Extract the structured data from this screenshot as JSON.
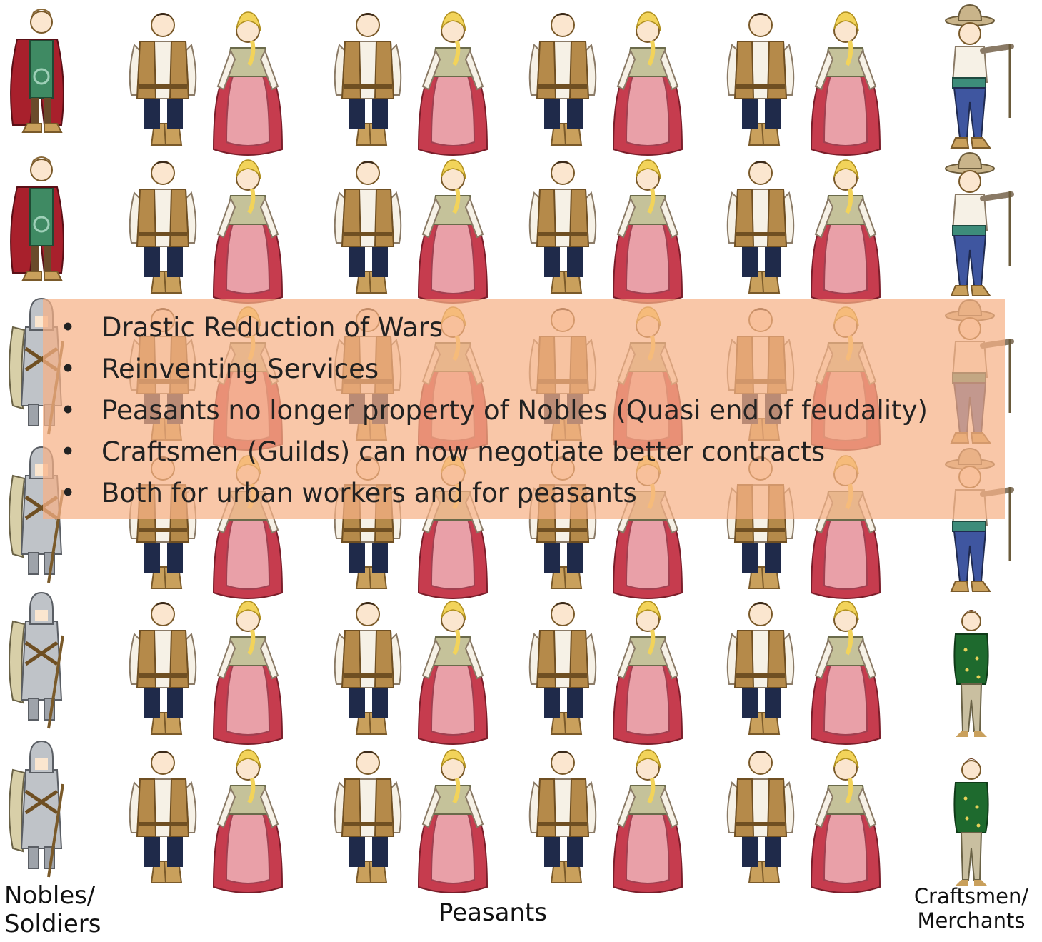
{
  "bullets": [
    "Drastic Reduction of Wars",
    "Reinventing Services",
    "Peasants no longer property of Nobles (Quasi end of feudality)",
    "Craftsmen (Guilds) can now negotiate better contracts",
    "Both for urban workers and for peasants"
  ],
  "labels": {
    "nobles_line1": "Nobles/",
    "nobles_line2": "Soldiers",
    "peasants": "Peasants",
    "craftsmen_line1": "Craftsmen/",
    "craftsmen_line2": "Merchants"
  },
  "colors": {
    "overlay": "#f6b287",
    "noble_cloak": "#a8202c",
    "noble_tunic": "#3f8a63",
    "knight_armor": "#bfc3c8",
    "peasant_vest": "#b58a4a",
    "peasant_pants": "#1f2a4a",
    "woman_skirt": "#c63c4e",
    "woman_apron": "#e9a0a8",
    "woman_hair": "#f2d35a",
    "craftsman_sash": "#3d8c7a",
    "craftsman_pants": "#3f56a0",
    "merchant_coat": "#1e6a2e"
  },
  "grid": {
    "rows": [
      {
        "left": "noble-icon",
        "right": "craftsman-icon"
      },
      {
        "left": "noble-icon",
        "right": "craftsman-icon"
      },
      {
        "left": "knight-icon",
        "right": "craftsman-icon"
      },
      {
        "left": "knight-icon",
        "right": "craftsman-icon"
      },
      {
        "left": "knight-icon",
        "right": "merchant-icon"
      },
      {
        "left": "knight-icon",
        "right": "merchant-icon"
      }
    ],
    "peasant_pairs_per_row": 4
  }
}
